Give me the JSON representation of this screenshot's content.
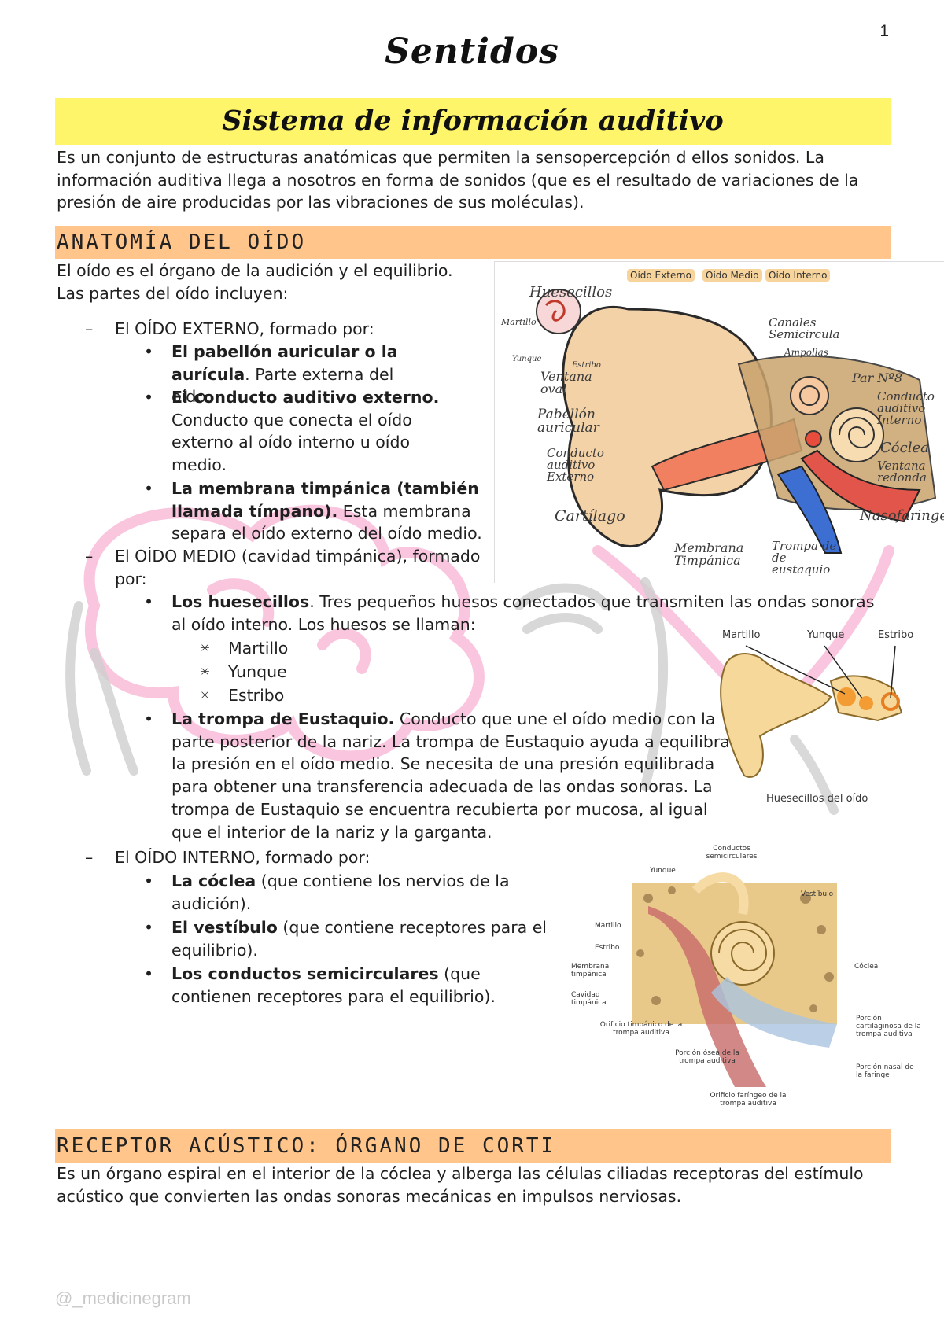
{
  "page": {
    "number": "1",
    "title": "Sentidos",
    "watermark": "@_medicinegram"
  },
  "colors": {
    "title_band": "#fff56b",
    "section_band": "#ffc58a",
    "doodle_pink": "#f9b8d7",
    "doodle_grey": "#cfcfcf"
  },
  "intro": {
    "heading": "Sistema de información auditivo",
    "text": "Es un conjunto de estructuras anatómicas que permiten la sensopercepción d ellos sonidos. La información auditiva llega a nosotros en forma de sonidos (que es el resultado de variaciones de la presión de aire producidas por las vibraciones de sus moléculas)."
  },
  "anatomy": {
    "heading": "Anatomía del oído",
    "intro": "El oído es el órgano de la audición y el equilibrio. Las partes del oído incluyen:",
    "external": {
      "label": "El OÍDO EXTERNO, formado por:",
      "items": [
        {
          "bold": "El pabellón auricular o la aurícula",
          "text": ". Parte externa del oído."
        },
        {
          "bold": "El conducto auditivo externo.",
          "text": " Conducto que conecta el oído externo al oído interno u oído medio."
        },
        {
          "bold": "La membrana timpánica (también llamada tímpano).",
          "text": " Esta membrana separa el oído externo del oído medio."
        }
      ]
    },
    "middle": {
      "label": "El OÍDO MEDIO (cavidad timpánica), formado por:",
      "ossicles": {
        "bold": "Los huesecillos",
        "text": ". Tres pequeños huesos conectados que transmiten las ondas sonoras al oído interno. Los huesos se llaman:"
      },
      "bones": [
        "Martillo",
        "Yunque",
        "Estribo"
      ],
      "eustachian": {
        "bold": "La trompa de Eustaquio.",
        "text": " Conducto que une el oído medio con la parte posterior de la nariz. La trompa de Eustaquio ayuda a equilibrar la presión en el oído medio. Se necesita de una presión equilibrada para obtener una transferencia adecuada de las ondas sonoras. La trompa de Eustaquio se encuentra recubierta por mucosa, al igual que el interior de la nariz y la garganta."
      }
    },
    "internal": {
      "label": "El OÍDO INTERNO, formado por:",
      "items": [
        {
          "bold": "La cóclea",
          "text": " (que contiene los nervios de la audición)."
        },
        {
          "bold": "El vestíbulo",
          "text": " (que contiene receptores para el equilibrio)."
        },
        {
          "bold": "Los conductos semicirculares",
          "text": " (que contienen receptores para el equilibrio)."
        }
      ]
    }
  },
  "figure_ear": {
    "tags": [
      "Oído Externo",
      "Oído Medio",
      "Oído Interno"
    ],
    "labels": {
      "huesecillos": "Huesecillos",
      "martillo": "Martillo",
      "yunque": "Yunque",
      "estribo": "Estribo",
      "ventana_oval": "Ventana oval",
      "pabellon": "Pabellón auricular",
      "conducto_externo": "Conducto auditivo Externo",
      "cartilago": "Cartílago",
      "membrana": "Membrana Timpánica",
      "trompa": "Trompa de de eustaquio",
      "canales": "Canales Semicircula",
      "ampollas": "Ampollas",
      "par": "Par Nº8",
      "conducto_interno": "Conducto auditivo Interno",
      "coclea": "Cóclea",
      "ventana_redonda": "Ventana redonda",
      "nasofaringe": "Nasofaringe"
    }
  },
  "figure_ossicles": {
    "labels": [
      "Martillo",
      "Yunque",
      "Estribo"
    ],
    "caption": "Huesecillos del oído"
  },
  "figure_inner": {
    "labels": {
      "conductos": "Conductos semicirculares",
      "yunque": "Yunque",
      "vestibulo": "Vestíbulo",
      "martillo": "Martillo",
      "estribo": "Estribo",
      "membrana": "Membrana timpánica",
      "cavidad": "Cavidad timpánica",
      "coclea": "Cóclea",
      "orificio_timpanico": "Orificio timpánico de la trompa auditiva",
      "porcion_osea": "Porción ósea de la trompa auditiva",
      "porcion_cartilaginosa": "Porción cartilaginosa de la trompa auditiva",
      "porcion_nasal": "Porción nasal de la faringe",
      "orificio_faringeo": "Orificio faríngeo de la trompa auditiva"
    }
  },
  "corti": {
    "heading": "Receptor acústico: Órgano de Corti",
    "text": "Es un órgano espiral en el interior de la cóclea y alberga las células ciliadas receptoras del estímulo acústico que convierten las ondas sonoras mecánicas en impulsos nerviosas."
  }
}
